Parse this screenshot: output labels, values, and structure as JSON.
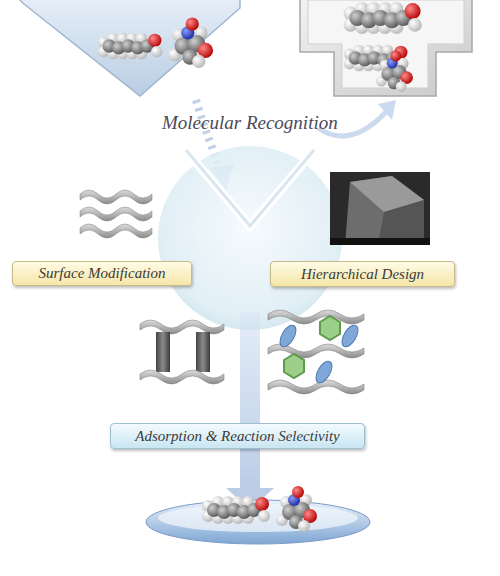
{
  "diagram": {
    "nodes": [
      {
        "text": [
          "Surface Modification"
        ]
      },
      {
        "text": [
          "Hierarchical Design"
        ]
      },
      {
        "text": [
          "Adsorption & Reaction Selectivity"
        ]
      }
    ],
    "labels": [
      "Molecular Recognition"
    ]
  }
}
